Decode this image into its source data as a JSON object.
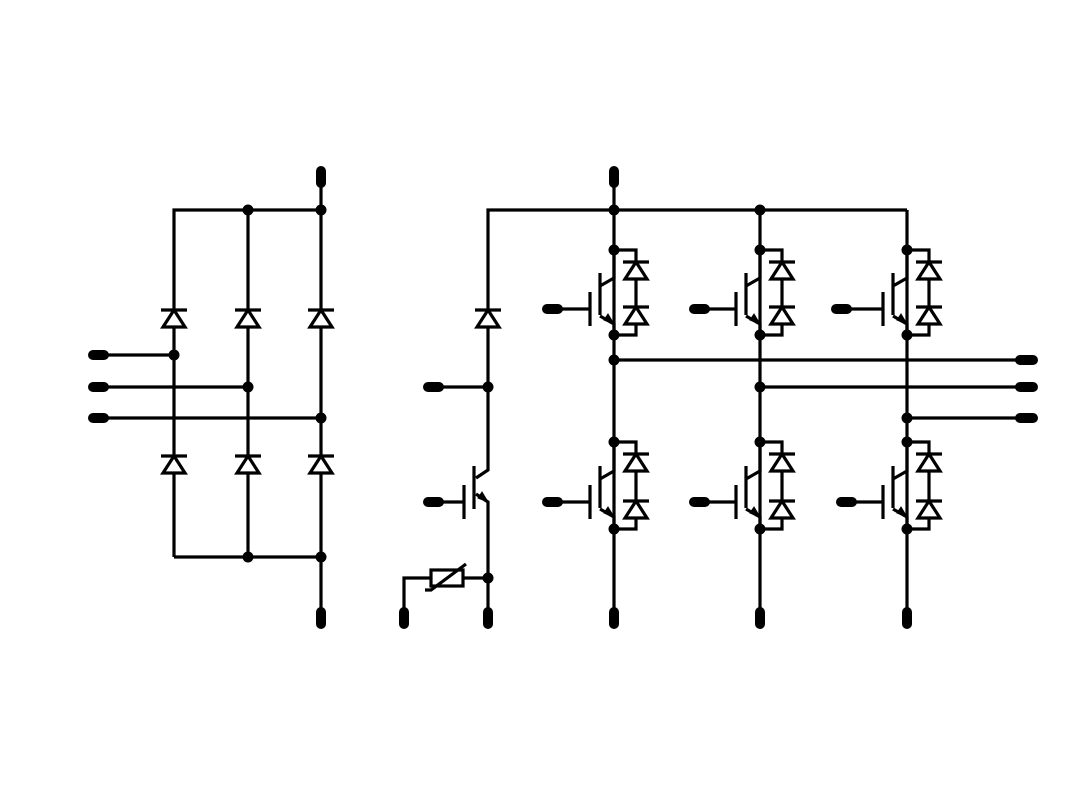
{
  "diagram": {
    "kind": "power-module-schematic",
    "stroke_color": "#000000",
    "background_color": "#ffffff",
    "sections": [
      {
        "id": "rectifier-bridge",
        "components": [
          "diode",
          "diode",
          "diode",
          "diode",
          "diode",
          "diode"
        ]
      },
      {
        "id": "brake-chopper",
        "components": [
          "igbt",
          "diode",
          "ntc-thermistor"
        ]
      },
      {
        "id": "inverter-bridge",
        "components": [
          "igbt",
          "igbt",
          "igbt",
          "igbt",
          "igbt",
          "igbt",
          "diode",
          "diode",
          "diode",
          "diode",
          "diode",
          "diode",
          "diode",
          "diode",
          "diode",
          "diode",
          "diode",
          "diode"
        ]
      }
    ],
    "labels": []
  }
}
